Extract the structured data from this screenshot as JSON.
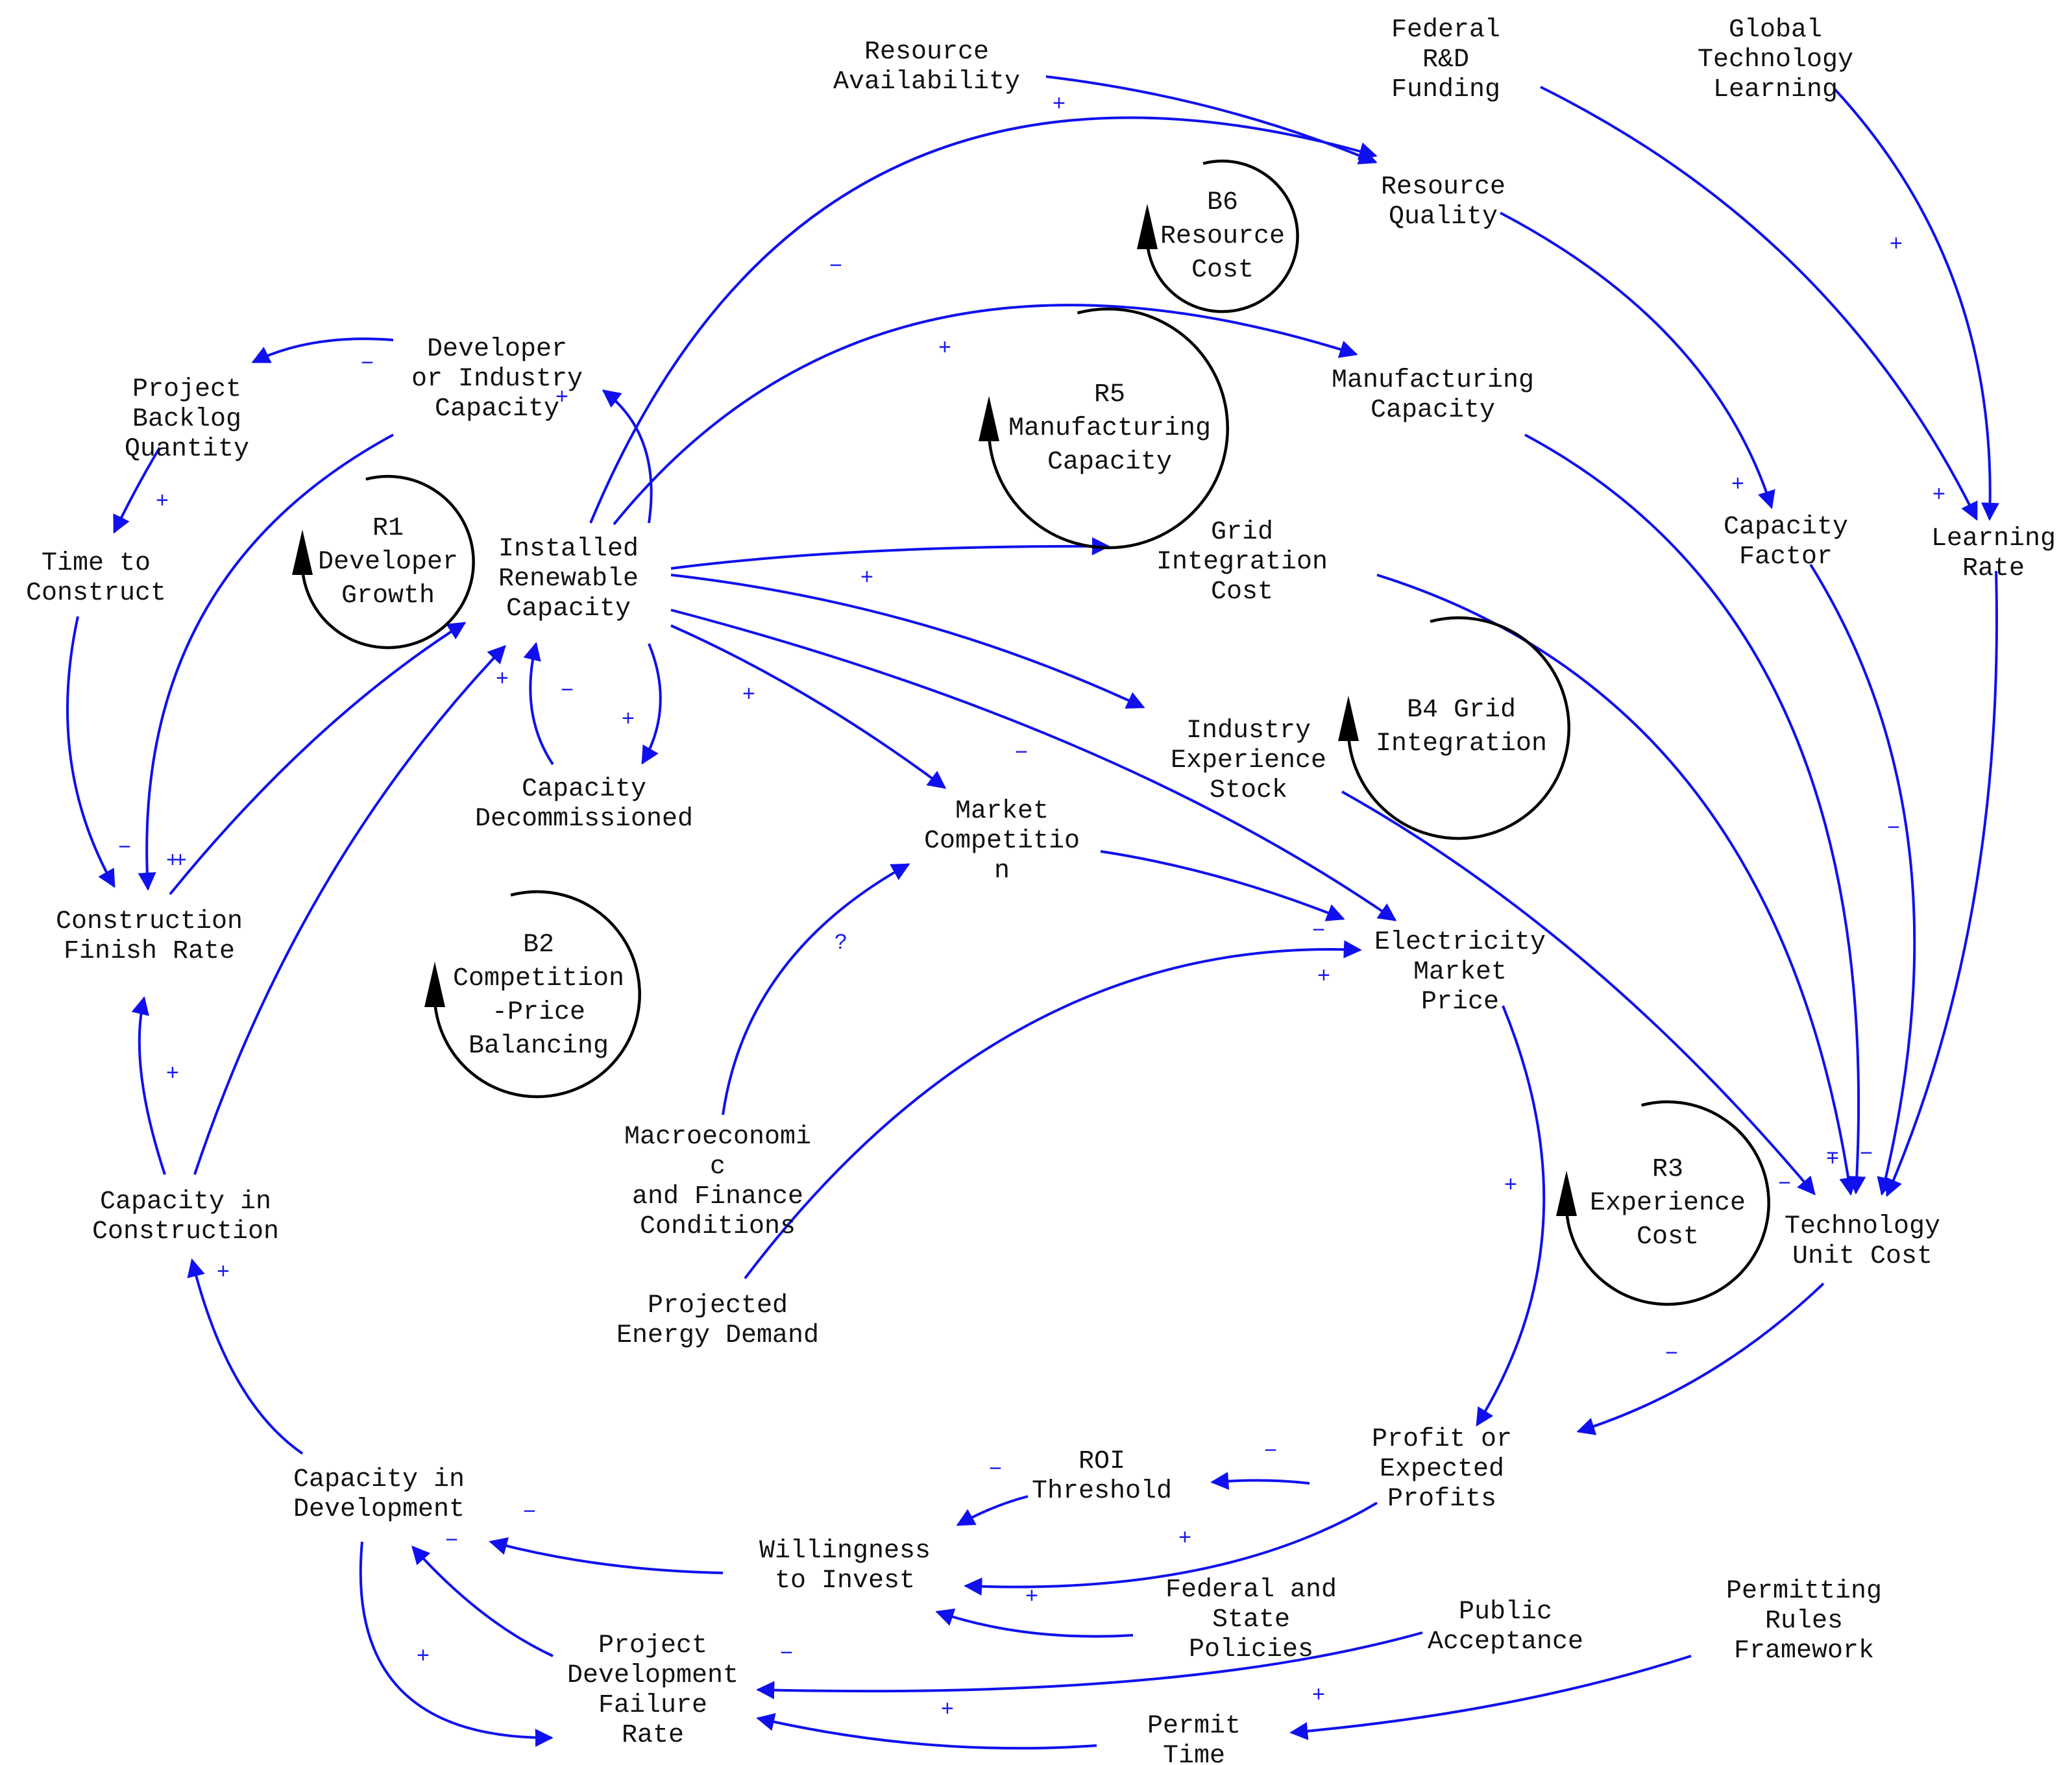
{
  "diagram": {
    "type": "causal-loop-diagram",
    "colors": {
      "link": "#1010ee",
      "polarity": "#1a1aee",
      "loop": "#000000",
      "text": "#111111",
      "background": "#ffffff"
    },
    "nodes": [
      {
        "id": "resource_availability",
        "lines": [
          "Resource",
          "Availability"
        ]
      },
      {
        "id": "federal_rd_funding",
        "lines": [
          "Federal",
          "R&D",
          "Funding"
        ]
      },
      {
        "id": "global_tech_learning",
        "lines": [
          "Global",
          "Technology",
          "Learning"
        ]
      },
      {
        "id": "resource_quality",
        "lines": [
          "Resource",
          "Quality"
        ]
      },
      {
        "id": "developer_capacity",
        "lines": [
          "Developer",
          "or Industry",
          "Capacity"
        ]
      },
      {
        "id": "project_backlog",
        "lines": [
          "Project",
          "Backlog",
          "Quantity"
        ]
      },
      {
        "id": "manufacturing_capacity",
        "lines": [
          "Manufacturing",
          "Capacity"
        ]
      },
      {
        "id": "capacity_factor",
        "lines": [
          "Capacity",
          "Factor"
        ]
      },
      {
        "id": "learning_rate",
        "lines": [
          "Learning",
          "Rate"
        ]
      },
      {
        "id": "time_to_construct",
        "lines": [
          "Time to",
          "Construct"
        ]
      },
      {
        "id": "installed_capacity",
        "lines": [
          "Installed",
          "Renewable",
          "Capacity"
        ]
      },
      {
        "id": "grid_integration_cost",
        "lines": [
          "Grid",
          "Integration",
          "Cost"
        ]
      },
      {
        "id": "industry_experience",
        "lines": [
          "Industry",
          "Experience",
          "Stock"
        ]
      },
      {
        "id": "capacity_decommissioned",
        "lines": [
          "Capacity",
          "Decommissioned"
        ]
      },
      {
        "id": "market_competition",
        "lines": [
          "Market",
          "Competitio",
          "n"
        ]
      },
      {
        "id": "construction_finish_rate",
        "lines": [
          "Construction",
          "Finish Rate"
        ]
      },
      {
        "id": "electricity_price",
        "lines": [
          "Electricity",
          "Market",
          "Price"
        ]
      },
      {
        "id": "macro_conditions",
        "lines": [
          "Macroeconomi",
          "c",
          "and Finance",
          "Conditions"
        ]
      },
      {
        "id": "capacity_in_construction",
        "lines": [
          "Capacity in",
          "Construction"
        ]
      },
      {
        "id": "technology_unit_cost",
        "lines": [
          "Technology",
          "Unit Cost"
        ]
      },
      {
        "id": "projected_demand",
        "lines": [
          "Projected",
          "Energy Demand"
        ]
      },
      {
        "id": "profit",
        "lines": [
          "Profit or",
          "Expected",
          "Profits"
        ]
      },
      {
        "id": "roi_threshold",
        "lines": [
          "ROI",
          "Threshold"
        ]
      },
      {
        "id": "capacity_in_development",
        "lines": [
          "Capacity in",
          "Development"
        ]
      },
      {
        "id": "willingness_to_invest",
        "lines": [
          "Willingness",
          "to Invest"
        ]
      },
      {
        "id": "policies",
        "lines": [
          "Federal and",
          "State",
          "Policies"
        ]
      },
      {
        "id": "public_acceptance",
        "lines": [
          "Public",
          "Acceptance"
        ]
      },
      {
        "id": "permitting_rules",
        "lines": [
          "Permitting",
          "Rules",
          "Framework"
        ]
      },
      {
        "id": "project_failure_rate",
        "lines": [
          "Project",
          "Development",
          "Failure",
          "Rate"
        ]
      },
      {
        "id": "permit_time",
        "lines": [
          "Permit",
          "Time"
        ]
      }
    ],
    "loops": [
      {
        "id": "B6",
        "lines": [
          "B6",
          "Resource",
          "Cost"
        ]
      },
      {
        "id": "R5",
        "lines": [
          "R5",
          "Manufacturing",
          "Capacity"
        ]
      },
      {
        "id": "R1",
        "lines": [
          "R1",
          "Developer",
          "Growth"
        ]
      },
      {
        "id": "B4",
        "lines": [
          "B4 Grid",
          "Integration"
        ]
      },
      {
        "id": "B2",
        "lines": [
          "B2",
          "Competition",
          "-Price",
          "Balancing"
        ]
      },
      {
        "id": "R3",
        "lines": [
          "R3",
          "Experience",
          "Cost"
        ]
      }
    ],
    "links": [
      {
        "from": "resource_availability",
        "to": "resource_quality",
        "polarity": "+"
      },
      {
        "from": "installed_capacity",
        "to": "resource_quality",
        "polarity": "−"
      },
      {
        "from": "installed_capacity",
        "to": "manufacturing_capacity",
        "polarity": "+"
      },
      {
        "from": "installed_capacity",
        "to": "developer_capacity",
        "polarity": "+"
      },
      {
        "from": "developer_capacity",
        "to": "project_backlog",
        "polarity": "−"
      },
      {
        "from": "developer_capacity",
        "to": "construction_finish_rate",
        "polarity": "+"
      },
      {
        "from": "project_backlog",
        "to": "time_to_construct",
        "polarity": "+"
      },
      {
        "from": "time_to_construct",
        "to": "construction_finish_rate",
        "polarity": "−"
      },
      {
        "from": "construction_finish_rate",
        "to": "installed_capacity",
        "polarity": "+"
      },
      {
        "from": "capacity_in_construction",
        "to": "construction_finish_rate",
        "polarity": "+"
      },
      {
        "from": "capacity_in_construction",
        "to": "installed_capacity",
        "polarity": "+"
      },
      {
        "from": "capacity_decommissioned",
        "to": "installed_capacity",
        "polarity": "−"
      },
      {
        "from": "installed_capacity",
        "to": "capacity_decommissioned",
        "polarity": "+"
      },
      {
        "from": "installed_capacity",
        "to": "grid_integration_cost",
        "polarity": "+"
      },
      {
        "from": "installed_capacity",
        "to": "industry_experience",
        "polarity": ""
      },
      {
        "from": "installed_capacity",
        "to": "market_competition",
        "polarity": "+"
      },
      {
        "from": "installed_capacity",
        "to": "electricity_price",
        "polarity": "−"
      },
      {
        "from": "market_competition",
        "to": "electricity_price",
        "polarity": "−"
      },
      {
        "from": "macro_conditions",
        "to": "market_competition",
        "polarity": "?"
      },
      {
        "from": "projected_demand",
        "to": "electricity_price",
        "polarity": "+"
      },
      {
        "from": "resource_quality",
        "to": "capacity_factor",
        "polarity": "+"
      },
      {
        "from": "federal_rd_funding",
        "to": "learning_rate",
        "polarity": "+"
      },
      {
        "from": "global_tech_learning",
        "to": "learning_rate",
        "polarity": "+"
      },
      {
        "from": "capacity_factor",
        "to": "technology_unit_cost",
        "polarity": "−"
      },
      {
        "from": "learning_rate",
        "to": "technology_unit_cost",
        "polarity": "−"
      },
      {
        "from": "manufacturing_capacity",
        "to": "technology_unit_cost",
        "polarity": "−"
      },
      {
        "from": "grid_integration_cost",
        "to": "technology_unit_cost",
        "polarity": "+"
      },
      {
        "from": "industry_experience",
        "to": "technology_unit_cost",
        "polarity": "−"
      },
      {
        "from": "technology_unit_cost",
        "to": "profit",
        "polarity": "−"
      },
      {
        "from": "electricity_price",
        "to": "profit",
        "polarity": "+"
      },
      {
        "from": "profit",
        "to": "roi_threshold",
        "polarity": "−"
      },
      {
        "from": "roi_threshold",
        "to": "willingness_to_invest",
        "polarity": "−"
      },
      {
        "from": "profit",
        "to": "willingness_to_invest",
        "polarity": "+"
      },
      {
        "from": "policies",
        "to": "willingness_to_invest",
        "polarity": "+"
      },
      {
        "from": "willingness_to_invest",
        "to": "capacity_in_development",
        "polarity": "−"
      },
      {
        "from": "capacity_in_development",
        "to": "capacity_in_construction",
        "polarity": "+"
      },
      {
        "from": "capacity_in_development",
        "to": "project_failure_rate",
        "polarity": "+"
      },
      {
        "from": "project_failure_rate",
        "to": "capacity_in_development",
        "polarity": "−"
      },
      {
        "from": "public_acceptance",
        "to": "project_failure_rate",
        "polarity": "−"
      },
      {
        "from": "permit_time",
        "to": "project_failure_rate",
        "polarity": "+"
      },
      {
        "from": "permitting_rules",
        "to": "permit_time",
        "polarity": "+"
      }
    ]
  }
}
